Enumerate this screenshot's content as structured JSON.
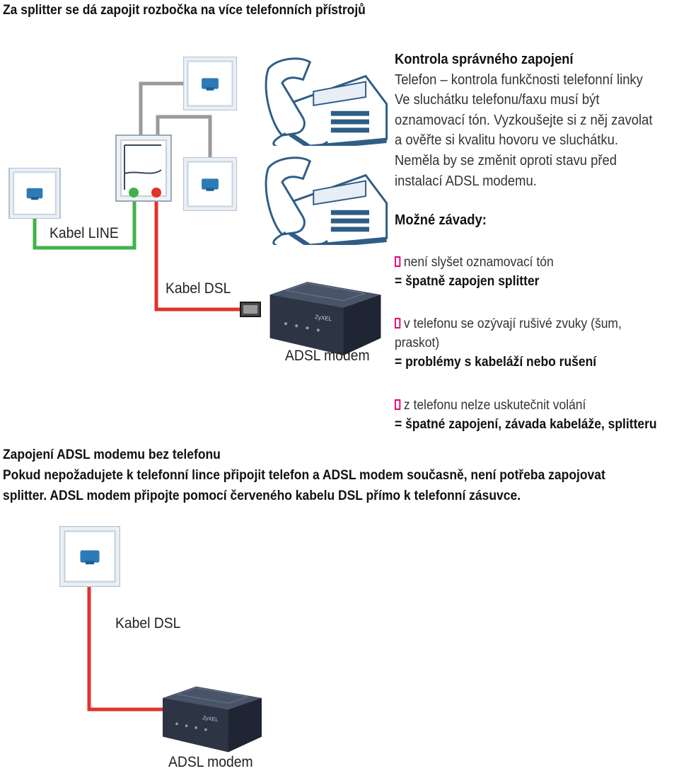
{
  "title": "Za splitter se dá zapojit rozbočka na více telefonních přístrojů",
  "colors": {
    "line_green": "#3fb34a",
    "dsl_red": "#e2332a",
    "splitter_gray": "#9a9a9a",
    "bullet_magenta": "#e20074",
    "wall_socket_blue": "#2c7ab6"
  },
  "diagram1": {
    "kabel_line_label": "Kabel LINE",
    "kabel_dsl_label": "Kabel DSL",
    "modem_label": "ADSL modem",
    "modem_brand": "ZyXEL"
  },
  "info": {
    "heading": "Kontrola správného zapojení",
    "lines": [
      "Telefon – kontrola funkčnosti telefonní linky",
      "Ve sluchátku telefonu/faxu musí být",
      "oznamovací tón. Vyzkoušejte si z něj zavolat",
      "a ověřte si kvalitu hovoru ve sluchátku.",
      "Neměla by se změnit oproti stavu před",
      "instalací ADSL modemu."
    ]
  },
  "faults": {
    "heading": "Možné závady:",
    "items": [
      {
        "symptom": "není slyšet oznamovací tón",
        "result": "= špatně zapojen splitter"
      },
      {
        "symptom": "v telefonu se ozývají rušivé zvuky (šum,",
        "symptom2": "praskot)",
        "result": "= problémy s kabeláží nebo rušení"
      },
      {
        "symptom": "z telefonu nelze uskutečnit volání",
        "result": "= špatné zapojení, závada kabeláže, splitteru"
      }
    ]
  },
  "section2": {
    "heading": "Zapojení ADSL modemu bez telefonu",
    "text1": "Pokud nepožadujete k telefonní lince připojit telefon a ADSL modem současně, není potřeba zapojovat",
    "text2": "splitter. ADSL modem připojte pomocí červeného kabelu DSL přímo k telefonní zásuvce."
  },
  "diagram2": {
    "kabel_dsl_label": "Kabel DSL",
    "modem_label": "ADSL modem"
  }
}
